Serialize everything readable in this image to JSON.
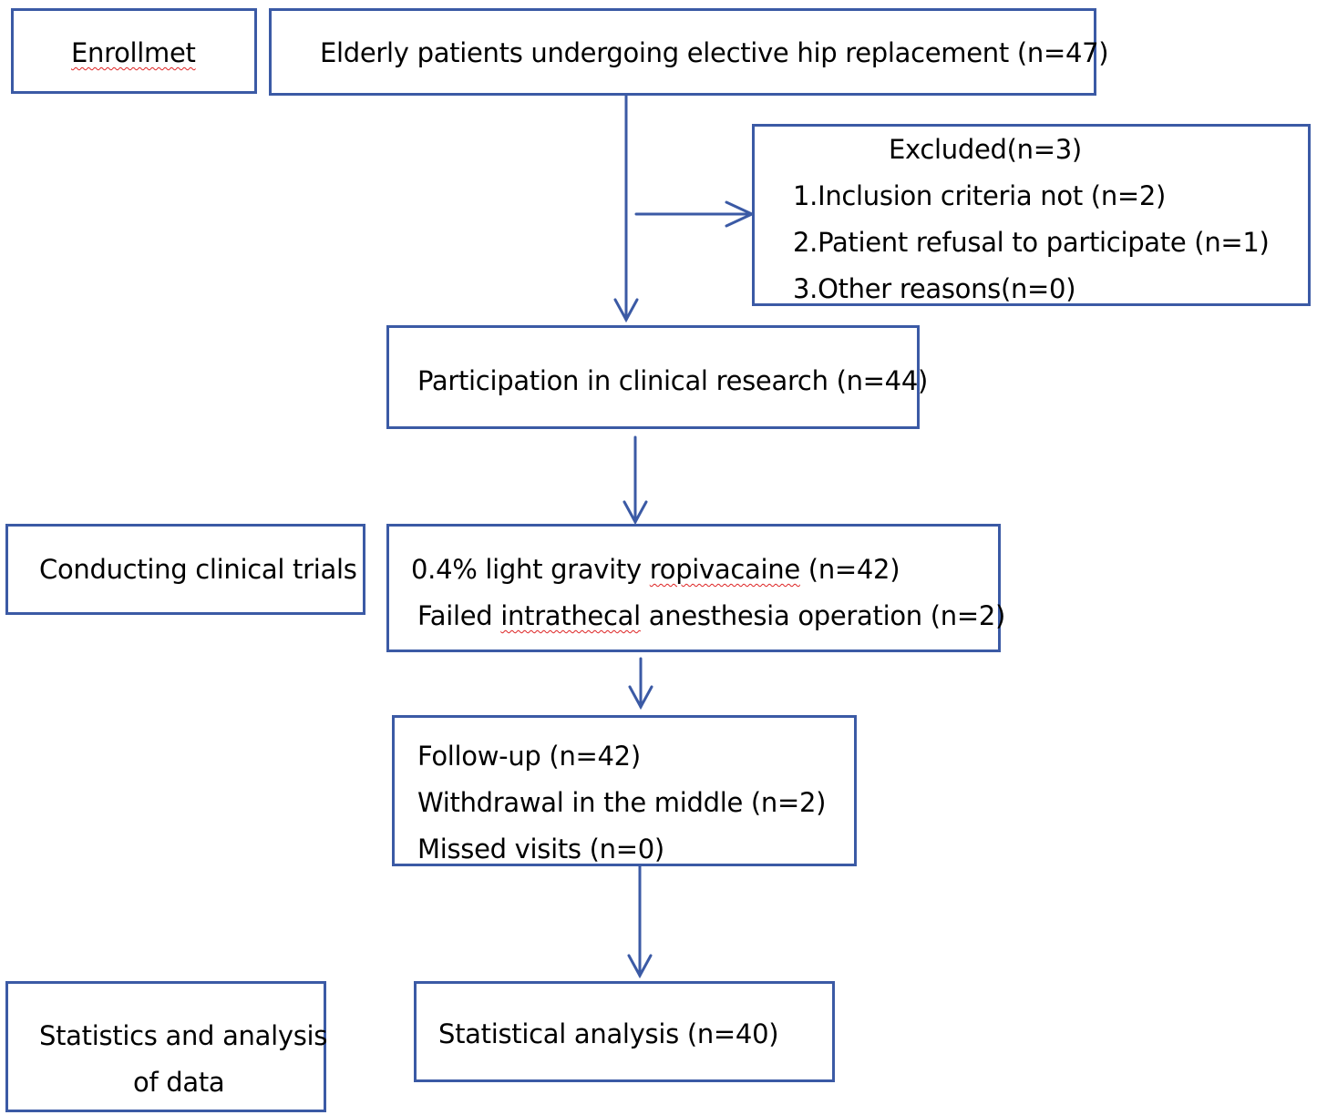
{
  "enrollment": {
    "label": "Enrollmet",
    "main": "Elderly patients undergoing elective hip replacement (n=47)"
  },
  "excluded": {
    "title": "Excluded(n=3)",
    "items": [
      "1.Inclusion criteria not (n=2)",
      "2.Patient refusal to participate (n=1)",
      "3.Other reasons(n=0)"
    ]
  },
  "participation": "Participation in clinical research (n=44)",
  "trials": {
    "label": "Conducting clinical trials",
    "line1_pre": "0.4% light gravity ",
    "line1_sq": "ropivacaine",
    "line1_post": " (n=42)",
    "line2_pre": "Failed ",
    "line2_sq": "intrathecal",
    "line2_post": " anesthesia operation (n=2)"
  },
  "followup": {
    "lines": [
      "Follow-up (n=42)",
      "Withdrawal in the middle (n=2)",
      "Missed visits (n=0)"
    ]
  },
  "statistics": {
    "label_lines": [
      "Statistics and analysis",
      "of data"
    ],
    "main": "Statistical analysis (n=40)"
  },
  "colors": {
    "border": "#3b5aa5",
    "arrow": "#3b5aa5",
    "spellcheck": "#d22222"
  }
}
